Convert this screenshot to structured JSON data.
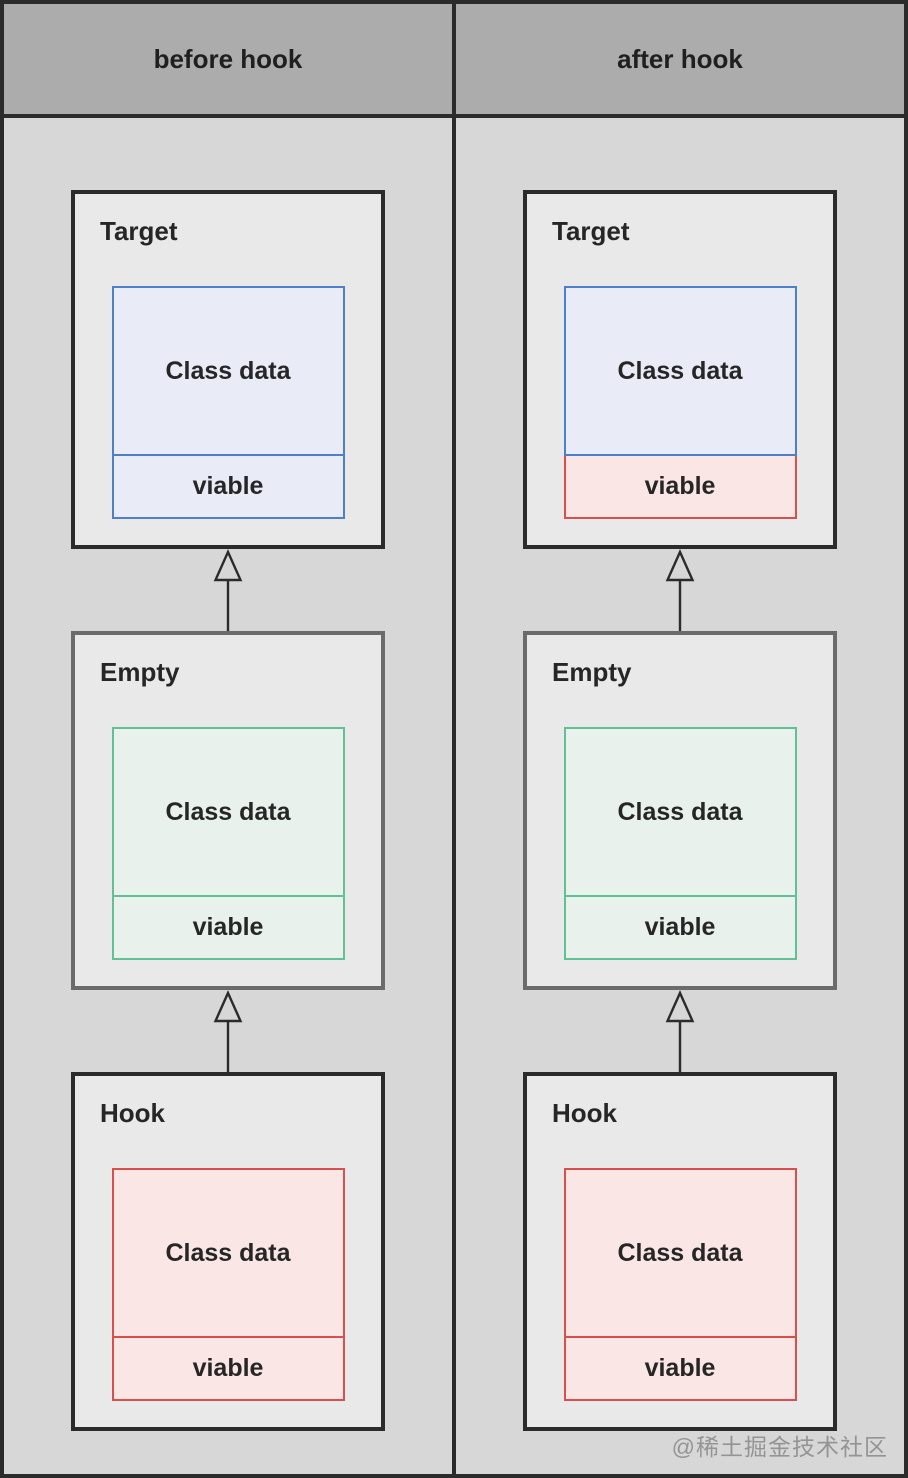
{
  "page": {
    "watermark": "@稀土掘金技术社区"
  },
  "colors": {
    "page_background": "#d7d7d7",
    "header_background": "#acacac",
    "frame_border": "#2b2b2b",
    "class_box_background": "#e9e9e9",
    "class_box_border_dark": "#2b2b2b",
    "class_box_border_gray": "#6b6b6b",
    "blue_border": "#4e7fc9",
    "blue_fill": "#e9ecf7",
    "green_border": "#62c095",
    "green_fill": "#e9f1ec",
    "red_border": "#d94f4b",
    "red_fill": "#f9e6e5",
    "text": "#262626",
    "watermark_text": "#949494"
  },
  "diagram": {
    "columns": [
      {
        "header": "before hook",
        "classes": [
          {
            "name": "Target",
            "compartments": {
              "class_data": "Class data",
              "viable": "viable"
            },
            "class_data_scheme": "blue",
            "viable_scheme": "blue",
            "viable_highlighted": false
          },
          {
            "name": "Empty",
            "compartments": {
              "class_data": "Class data",
              "viable": "viable"
            },
            "class_data_scheme": "green",
            "viable_scheme": "green",
            "viable_highlighted": false
          },
          {
            "name": "Hook",
            "compartments": {
              "class_data": "Class data",
              "viable": "viable"
            },
            "class_data_scheme": "red",
            "viable_scheme": "red",
            "viable_highlighted": false
          }
        ]
      },
      {
        "header": "after hook",
        "classes": [
          {
            "name": "Target",
            "compartments": {
              "class_data": "Class data",
              "viable": "viable"
            },
            "class_data_scheme": "blue",
            "viable_scheme": "red",
            "viable_highlighted": true
          },
          {
            "name": "Empty",
            "compartments": {
              "class_data": "Class data",
              "viable": "viable"
            },
            "class_data_scheme": "green",
            "viable_scheme": "green",
            "viable_highlighted": false
          },
          {
            "name": "Hook",
            "compartments": {
              "class_data": "Class data",
              "viable": "viable"
            },
            "class_data_scheme": "red",
            "viable_scheme": "red",
            "viable_highlighted": false
          }
        ]
      }
    ]
  }
}
